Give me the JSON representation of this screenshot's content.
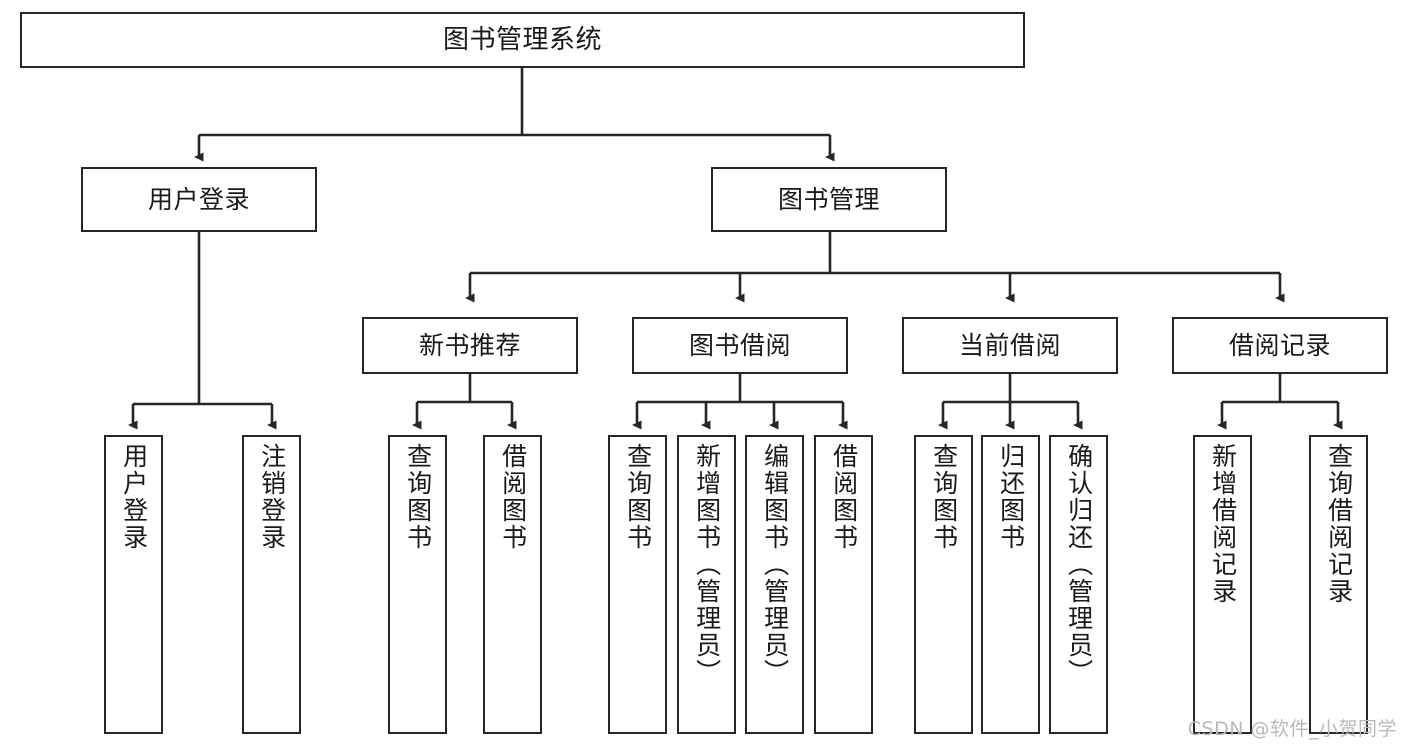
{
  "diagram": {
    "type": "tree-hierarchy",
    "title": "图书管理系统",
    "watermark": "CSDN @软件_小贺同学",
    "colors": {
      "box_border": "#262626",
      "box_fill": "#ffffff",
      "connector": "#262626",
      "text": "#1a1a1a",
      "watermark": "#b9b9b9",
      "background": "#ffffff"
    },
    "levels": {
      "root": {
        "label": "图书管理系统"
      },
      "level2": [
        {
          "id": "user-login",
          "label": "用户登录"
        },
        {
          "id": "book-manage",
          "label": "图书管理"
        }
      ],
      "level3": [
        {
          "id": "new-book-recommend",
          "label": "新书推荐"
        },
        {
          "id": "book-borrow",
          "label": "图书借阅"
        },
        {
          "id": "current-borrow",
          "label": "当前借阅"
        },
        {
          "id": "borrow-record",
          "label": "借阅记录"
        }
      ],
      "leaves": {
        "user-login": [
          {
            "id": "leaf-user-login",
            "label": "用户登录"
          },
          {
            "id": "leaf-logout-login",
            "label": "注销登录"
          }
        ],
        "new-book-recommend": [
          {
            "id": "leaf-query-book-1",
            "label": "查询图书"
          },
          {
            "id": "leaf-borrow-book-1",
            "label": "借阅图书"
          }
        ],
        "book-borrow": [
          {
            "id": "leaf-query-book-2",
            "label": "查询图书"
          },
          {
            "id": "leaf-add-book",
            "label": "新增图书（管理员）"
          },
          {
            "id": "leaf-edit-book",
            "label": "编辑图书（管理员）"
          },
          {
            "id": "leaf-borrow-book-2",
            "label": "借阅图书"
          }
        ],
        "current-borrow": [
          {
            "id": "leaf-query-book-3",
            "label": "查询图书"
          },
          {
            "id": "leaf-return-book",
            "label": "归还图书"
          },
          {
            "id": "leaf-confirm-return",
            "label": "确认归还（管理员）"
          }
        ],
        "borrow-record": [
          {
            "id": "leaf-add-record",
            "label": "新增借阅记录"
          },
          {
            "id": "leaf-query-record",
            "label": "查询借阅记录"
          }
        ]
      }
    }
  }
}
